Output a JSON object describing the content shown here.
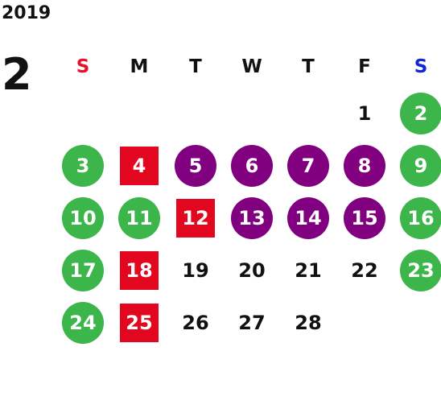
{
  "calendar": {
    "year": "2019",
    "month": "2",
    "weekdays": [
      "S",
      "M",
      "T",
      "W",
      "T",
      "F",
      "S"
    ],
    "colors": {
      "sunday_header": "#e8112c",
      "saturday_header": "#1126d8",
      "holiday_circle": "#3cb54a",
      "event_circle": "#800080",
      "special_square": "#e2071e"
    },
    "weeks": [
      [
        {
          "day": "",
          "style": "empty"
        },
        {
          "day": "",
          "style": "empty"
        },
        {
          "day": "",
          "style": "empty"
        },
        {
          "day": "",
          "style": "empty"
        },
        {
          "day": "",
          "style": "empty"
        },
        {
          "day": "1",
          "style": "plain"
        },
        {
          "day": "2",
          "style": "green"
        }
      ],
      [
        {
          "day": "3",
          "style": "green"
        },
        {
          "day": "4",
          "style": "red"
        },
        {
          "day": "5",
          "style": "purple"
        },
        {
          "day": "6",
          "style": "purple"
        },
        {
          "day": "7",
          "style": "purple"
        },
        {
          "day": "8",
          "style": "purple"
        },
        {
          "day": "9",
          "style": "green"
        }
      ],
      [
        {
          "day": "10",
          "style": "green"
        },
        {
          "day": "11",
          "style": "green"
        },
        {
          "day": "12",
          "style": "red"
        },
        {
          "day": "13",
          "style": "purple"
        },
        {
          "day": "14",
          "style": "purple"
        },
        {
          "day": "15",
          "style": "purple"
        },
        {
          "day": "16",
          "style": "green"
        }
      ],
      [
        {
          "day": "17",
          "style": "green"
        },
        {
          "day": "18",
          "style": "red"
        },
        {
          "day": "19",
          "style": "plain"
        },
        {
          "day": "20",
          "style": "plain"
        },
        {
          "day": "21",
          "style": "plain"
        },
        {
          "day": "22",
          "style": "plain"
        },
        {
          "day": "23",
          "style": "green"
        }
      ],
      [
        {
          "day": "24",
          "style": "green"
        },
        {
          "day": "25",
          "style": "red"
        },
        {
          "day": "26",
          "style": "plain"
        },
        {
          "day": "27",
          "style": "plain"
        },
        {
          "day": "28",
          "style": "plain"
        },
        {
          "day": "",
          "style": "empty"
        },
        {
          "day": "",
          "style": "empty"
        }
      ]
    ]
  }
}
